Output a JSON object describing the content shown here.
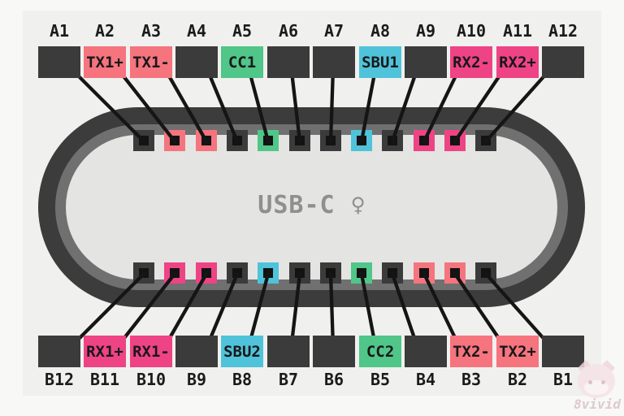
{
  "connector": {
    "label": "USB-C ♀"
  },
  "top_pins": [
    {
      "id": "A1",
      "signal": "",
      "color": "dark"
    },
    {
      "id": "A2",
      "signal": "TX1+",
      "color": "tx"
    },
    {
      "id": "A3",
      "signal": "TX1-",
      "color": "tx"
    },
    {
      "id": "A4",
      "signal": "",
      "color": "dark"
    },
    {
      "id": "A5",
      "signal": "CC1",
      "color": "cc"
    },
    {
      "id": "A6",
      "signal": "",
      "color": "dark"
    },
    {
      "id": "A7",
      "signal": "",
      "color": "dark"
    },
    {
      "id": "A8",
      "signal": "SBU1",
      "color": "sbu"
    },
    {
      "id": "A9",
      "signal": "",
      "color": "dark"
    },
    {
      "id": "A10",
      "signal": "RX2-",
      "color": "rx"
    },
    {
      "id": "A11",
      "signal": "RX2+",
      "color": "rx"
    },
    {
      "id": "A12",
      "signal": "",
      "color": "dark"
    }
  ],
  "bottom_pins": [
    {
      "id": "B12",
      "signal": "",
      "color": "dark"
    },
    {
      "id": "B11",
      "signal": "RX1+",
      "color": "rx"
    },
    {
      "id": "B10",
      "signal": "RX1-",
      "color": "rx"
    },
    {
      "id": "B9",
      "signal": "",
      "color": "dark"
    },
    {
      "id": "B8",
      "signal": "SBU2",
      "color": "sbu"
    },
    {
      "id": "B7",
      "signal": "",
      "color": "dark"
    },
    {
      "id": "B6",
      "signal": "",
      "color": "dark"
    },
    {
      "id": "B5",
      "signal": "CC2",
      "color": "cc"
    },
    {
      "id": "B4",
      "signal": "",
      "color": "dark"
    },
    {
      "id": "B3",
      "signal": "TX2-",
      "color": "tx"
    },
    {
      "id": "B2",
      "signal": "TX2+",
      "color": "tx"
    },
    {
      "id": "B1",
      "signal": "",
      "color": "dark"
    }
  ],
  "colors": {
    "tx": "#f5747e",
    "rx": "#ee4385",
    "cc": "#50c689",
    "sbu": "#4fc3d9",
    "dark_pin": "#3b3b3b",
    "shell_outer": "#3c3c3c",
    "shell_mid": "#707070",
    "shell_fill": "#e4e4e3",
    "background": "#f0f0ee",
    "wire": "#151515",
    "connector_label": "#8f8f8f"
  },
  "watermark": {
    "text": "8vivid"
  }
}
